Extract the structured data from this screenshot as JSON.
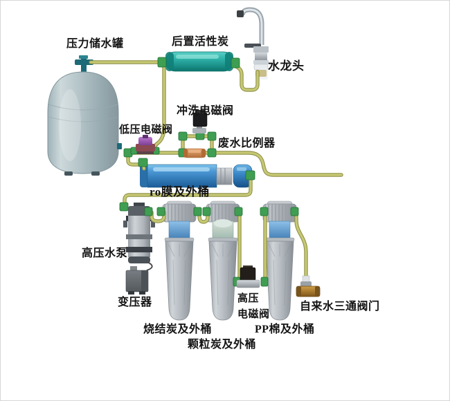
{
  "labels": {
    "tank": {
      "text": "压力储水罐"
    },
    "post_carbon": {
      "text": "后置活性炭"
    },
    "faucet": {
      "text": "水龙头"
    },
    "flush_valve": {
      "text": "冲洗电磁阀"
    },
    "low_pressure_valve": {
      "text": "低压电磁阀"
    },
    "waste_ratio": {
      "text": "废水比例器"
    },
    "ro_membrane": {
      "text": "ro膜及外桶"
    },
    "pump": {
      "text": "高压水泵"
    },
    "transformer": {
      "text": "变压器"
    },
    "sintered_carbon": {
      "text": "烧结炭及外桶"
    },
    "granular_carbon": {
      "text": "颗粒炭及外桶"
    },
    "hp_valve": {
      "text": "高压\n电磁阀"
    },
    "pp_cotton": {
      "text": "PP棉及外桶"
    },
    "three_way_valve": {
      "text": "自来水三通阀门"
    }
  },
  "colors": {
    "tube": "#c6c873",
    "tube_edge": "#8f9148",
    "fitting": "#3f9e52",
    "tank_body": "#b4c4c8",
    "post_carbon": "#2fb3aa",
    "ro_membrane": "#4a97d4",
    "waste_ratio": "#d08a52",
    "low_pressure_valve": "#9a58b4",
    "flush_valve": "#1c1c1e",
    "hp_valve": "#241e1a",
    "pump_body": "#b0b6bc",
    "transformer": "#5f6569",
    "bottle_body": "#b4bac0",
    "bottle_neck": "#5d9fd3",
    "three_way_valve": "#a87a2e",
    "faucet": "#c3c9cf",
    "label_text": "#141414"
  }
}
